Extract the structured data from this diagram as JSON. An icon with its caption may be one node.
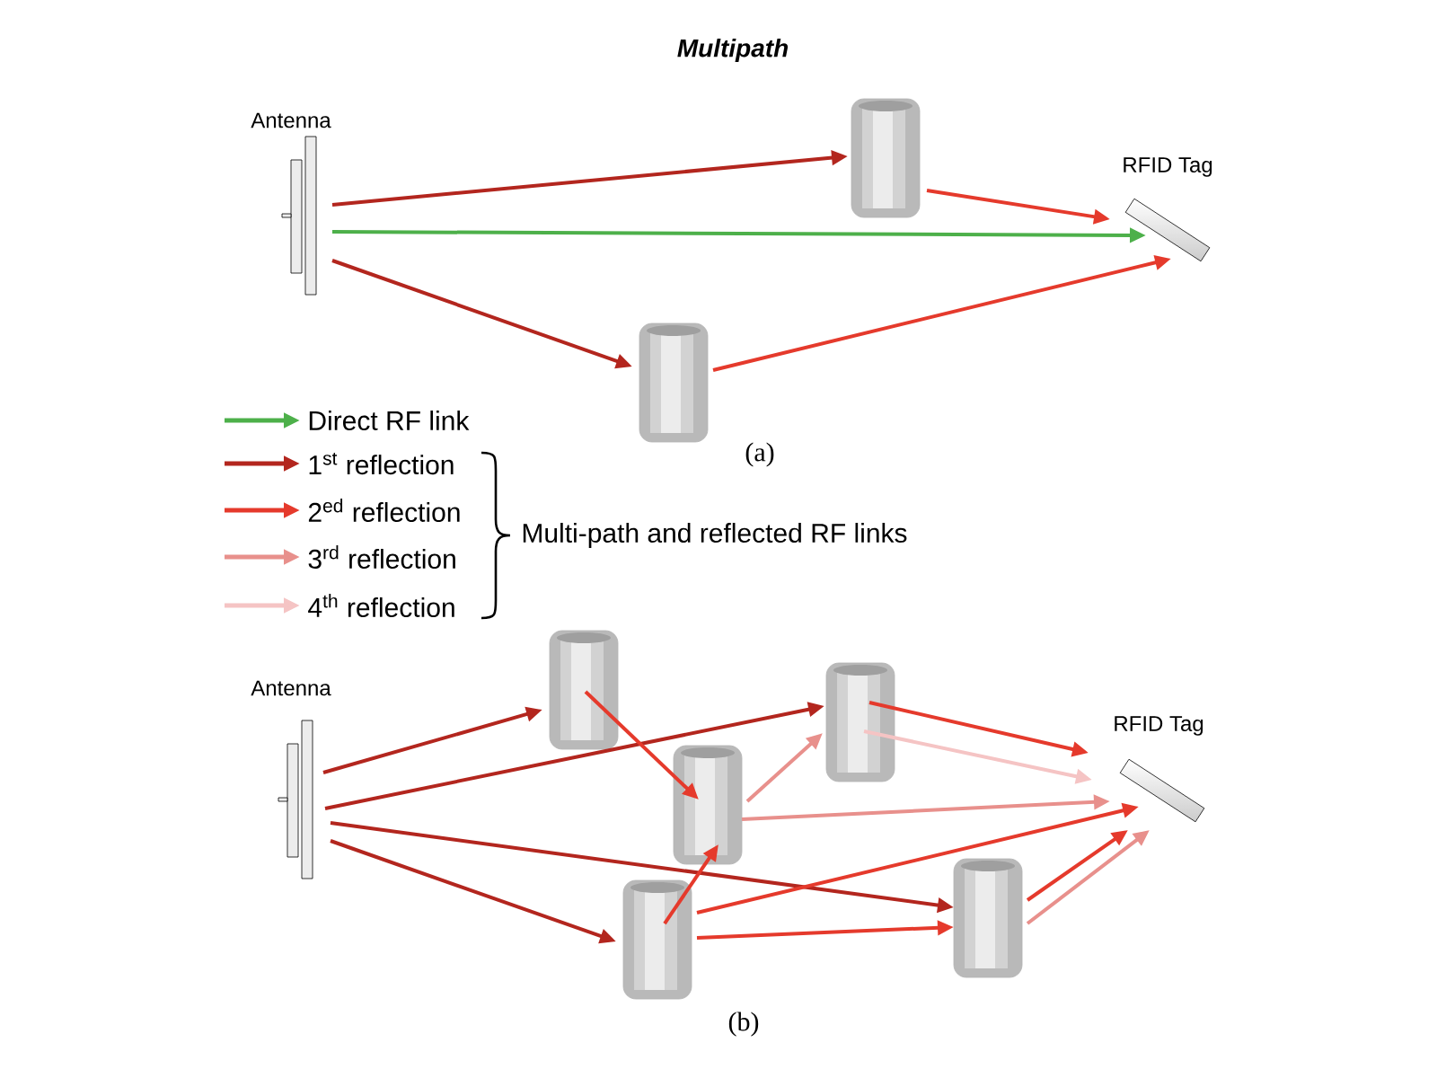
{
  "diagram": {
    "title": "Multipath",
    "nodes": [
      {
        "text": [
          "Antenna"
        ]
      },
      {
        "text": [],
        "shape": "cylinder"
      },
      {
        "text": [],
        "shape": "cylinder"
      },
      {
        "text": [
          "RFID Tag"
        ]
      },
      {
        "text": [
          "Antenna"
        ]
      },
      {
        "text": [],
        "shape": "cylinder"
      },
      {
        "text": [],
        "shape": "cylinder"
      },
      {
        "text": [],
        "shape": "cylinder"
      },
      {
        "text": [],
        "shape": "cylinder"
      },
      {
        "text": [],
        "shape": "cylinder"
      },
      {
        "text": [
          "RFID Tag"
        ]
      }
    ],
    "edges": [
      {
        "from": 0,
        "to": 1,
        "arrow": "to",
        "color": "#b3261e"
      },
      {
        "from": 1,
        "to": 3,
        "arrow": "to"
      },
      {
        "from": 0,
        "to": 3,
        "arrow": "to",
        "color": "#4db04a"
      },
      {
        "from": 0,
        "to": 2,
        "arrow": "to",
        "color": "#b3261e"
      },
      {
        "from": 2,
        "to": 3,
        "arrow": "to"
      },
      {
        "from": 4,
        "to": 5,
        "arrow": "to",
        "color": "#b3261e"
      },
      {
        "from": 4,
        "to": 7,
        "arrow": "to",
        "color": "#b3261e"
      },
      {
        "from": 4,
        "to": 9,
        "arrow": "to",
        "color": "#b3261e"
      },
      {
        "from": 4,
        "to": 8,
        "arrow": "to",
        "color": "#b3261e"
      },
      {
        "from": 5,
        "to": 6,
        "arrow": "to"
      },
      {
        "from": 8,
        "to": 6,
        "arrow": "to"
      },
      {
        "from": 6,
        "to": 7,
        "arrow": "to",
        "color": "#e8908c"
      },
      {
        "from": 6,
        "to": 10,
        "arrow": "to",
        "color": "#e8908c"
      },
      {
        "from": 7,
        "to": 10,
        "arrow": "to"
      },
      {
        "from": 7,
        "to": 10,
        "arrow": "to",
        "color": "#f5c4c4"
      },
      {
        "from": 8,
        "to": 10,
        "arrow": "to"
      },
      {
        "from": 8,
        "to": 9,
        "arrow": "to"
      },
      {
        "from": 9,
        "to": 10,
        "arrow": "to"
      },
      {
        "from": 9,
        "to": 10,
        "arrow": "to",
        "color": "#e8908c"
      }
    ],
    "labels": [
      "(a)",
      "Multi-path and reflected RF links",
      "(b)"
    ],
    "legend": [
      {
        "text": "Direct RF link"
      },
      {
        "text": "1$^{st}$ reflection"
      },
      {
        "text": "2$^{ed}$ reflection"
      },
      {
        "text": "3$^{rd}$ reflection"
      },
      {
        "text": "4$^{th}$ reflection"
      }
    ]
  }
}
